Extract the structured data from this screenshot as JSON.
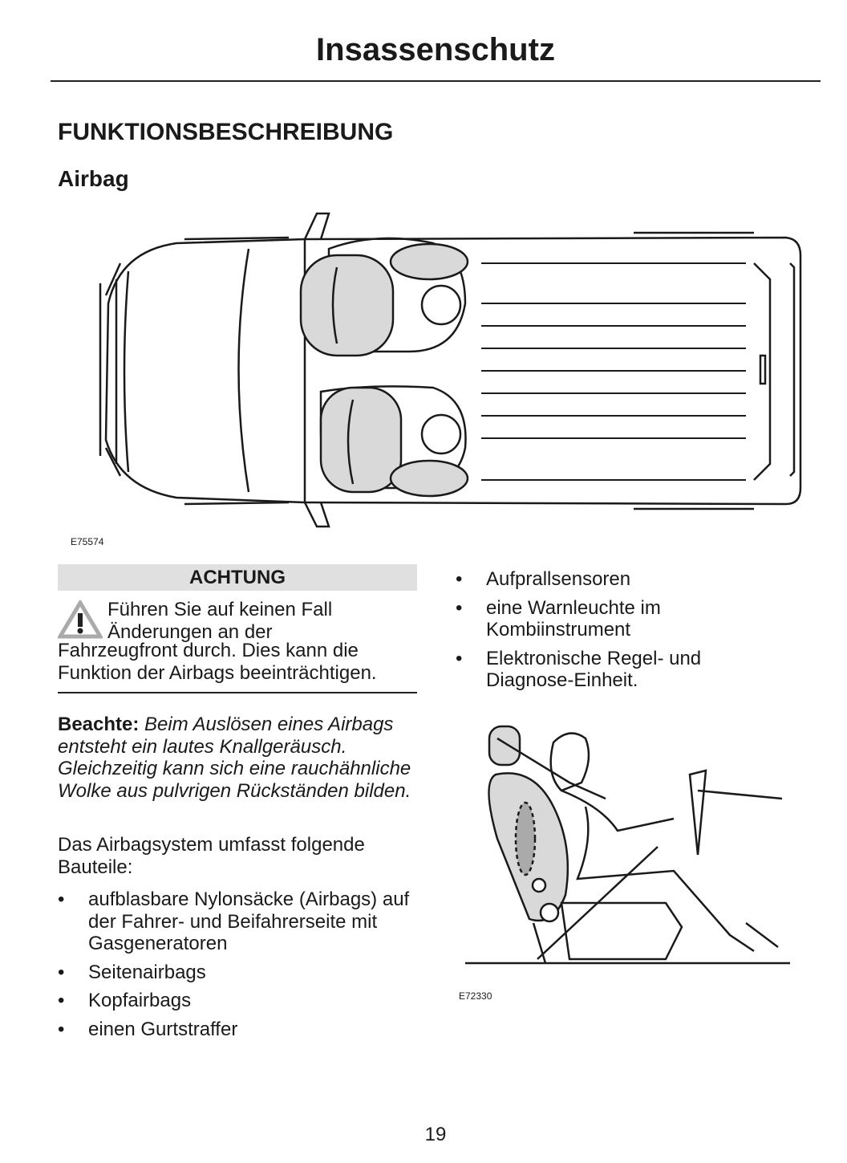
{
  "header": {
    "title": "Insassenschutz"
  },
  "section": {
    "heading": "FUNKTIONSBESCHREIBUNG",
    "subheading": "Airbag"
  },
  "figure1": {
    "code": "E75574"
  },
  "warning": {
    "heading": "ACHTUNG",
    "line1": "Führen Sie auf keinen Fall",
    "line2": "Änderungen an der",
    "rest": "Fahrzeugfront durch. Dies kann die Funktion der Airbags beeinträchtigen."
  },
  "note": {
    "label": "Beachte:",
    "text": "Beim Auslösen eines Airbags entsteht ein lautes Knallgeräusch. Gleichzeitig kann sich eine rauchähnliche Wolke aus pulvrigen Rückständen bilden."
  },
  "intro": "Das Airbagsystem umfasst folgende Bauteile:",
  "bullet_char": "•",
  "left_list": [
    "aufblasbare Nylonsäcke (Airbags) auf der Fahrer- und Beifahrerseite mit Gasgeneratoren",
    "Seitenairbags",
    "Kopfairbags",
    "einen Gurtstraffer"
  ],
  "right_list": [
    "Aufprallsensoren",
    "eine Warnleuchte im Kombiinstrument",
    "Elektronische Regel- und Diagnose-Einheit."
  ],
  "figure2": {
    "code": "E72330"
  },
  "footer": {
    "page_number": "19"
  }
}
